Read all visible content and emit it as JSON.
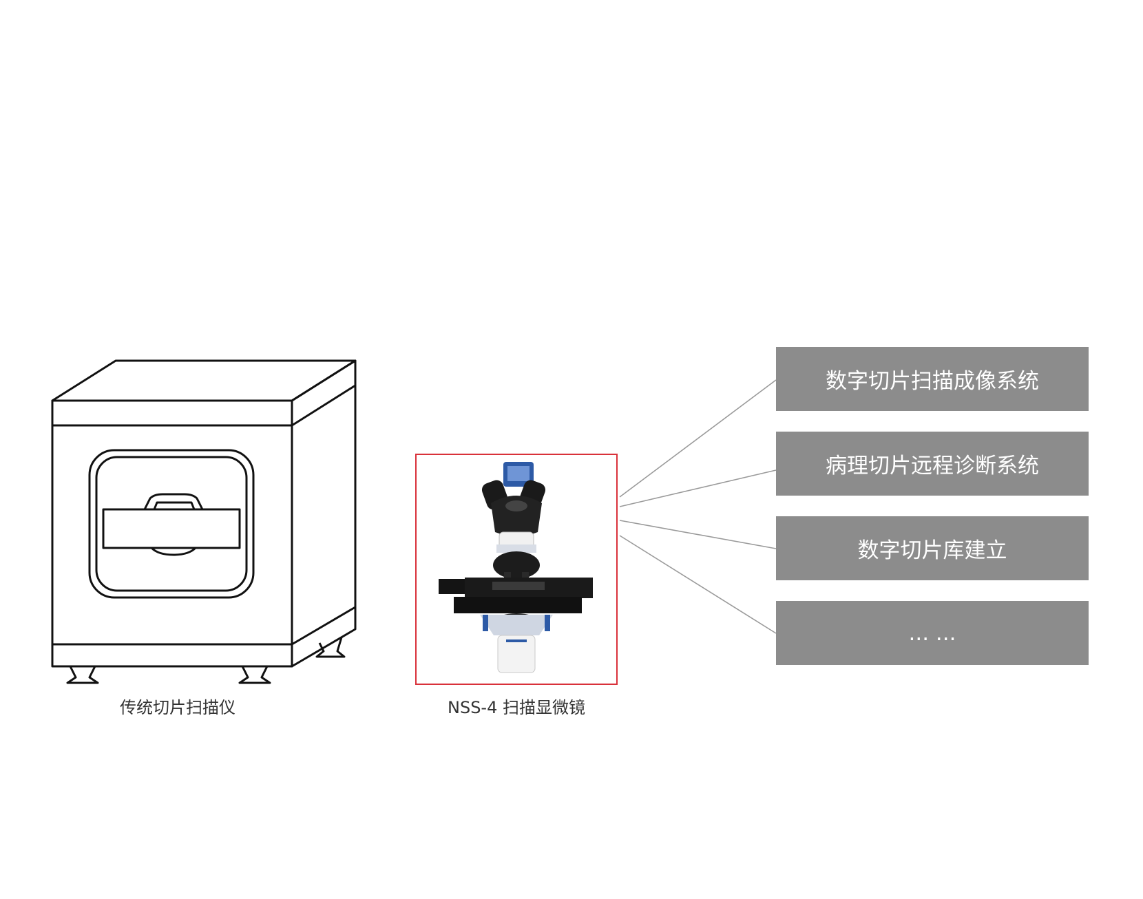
{
  "left_device": {
    "caption": "传统切片扫描仪",
    "icon": "slide-scanner-icon"
  },
  "center_device": {
    "caption": "NSS-4 扫描显微镜",
    "icon": "microscope-icon",
    "frame_color": "#d9313a"
  },
  "systems": [
    {
      "label": "数字切片扫描成像系统"
    },
    {
      "label": "病理切片远程诊断系统"
    },
    {
      "label": "数字切片库建立"
    },
    {
      "label": "... ..."
    }
  ],
  "colors": {
    "box_fill": "#8c8c8c",
    "box_text": "#ffffff",
    "connector": "#9a9a9a"
  }
}
